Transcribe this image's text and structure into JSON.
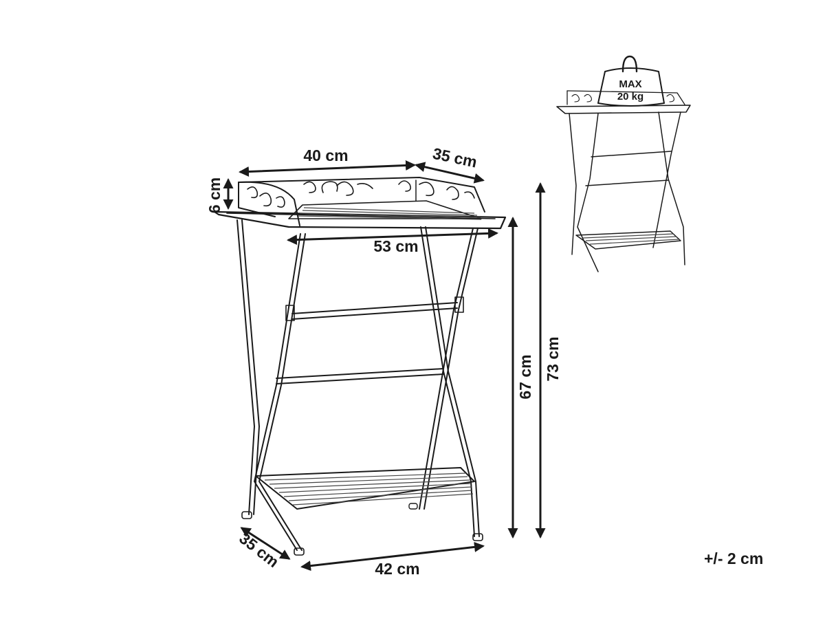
{
  "dimensions": {
    "top_width": "40 cm",
    "top_depth": "35 cm",
    "rail_height": "6 cm",
    "tray_width": "53 cm",
    "base_width": "42 cm",
    "base_depth": "35 cm",
    "leg_height": "67 cm",
    "total_height": "73 cm"
  },
  "tolerance": "+/- 2 cm",
  "load": {
    "label_line1": "MAX",
    "label_line2": "20 kg"
  },
  "colors": {
    "line": "#1a1a1a",
    "background": "#ffffff"
  }
}
